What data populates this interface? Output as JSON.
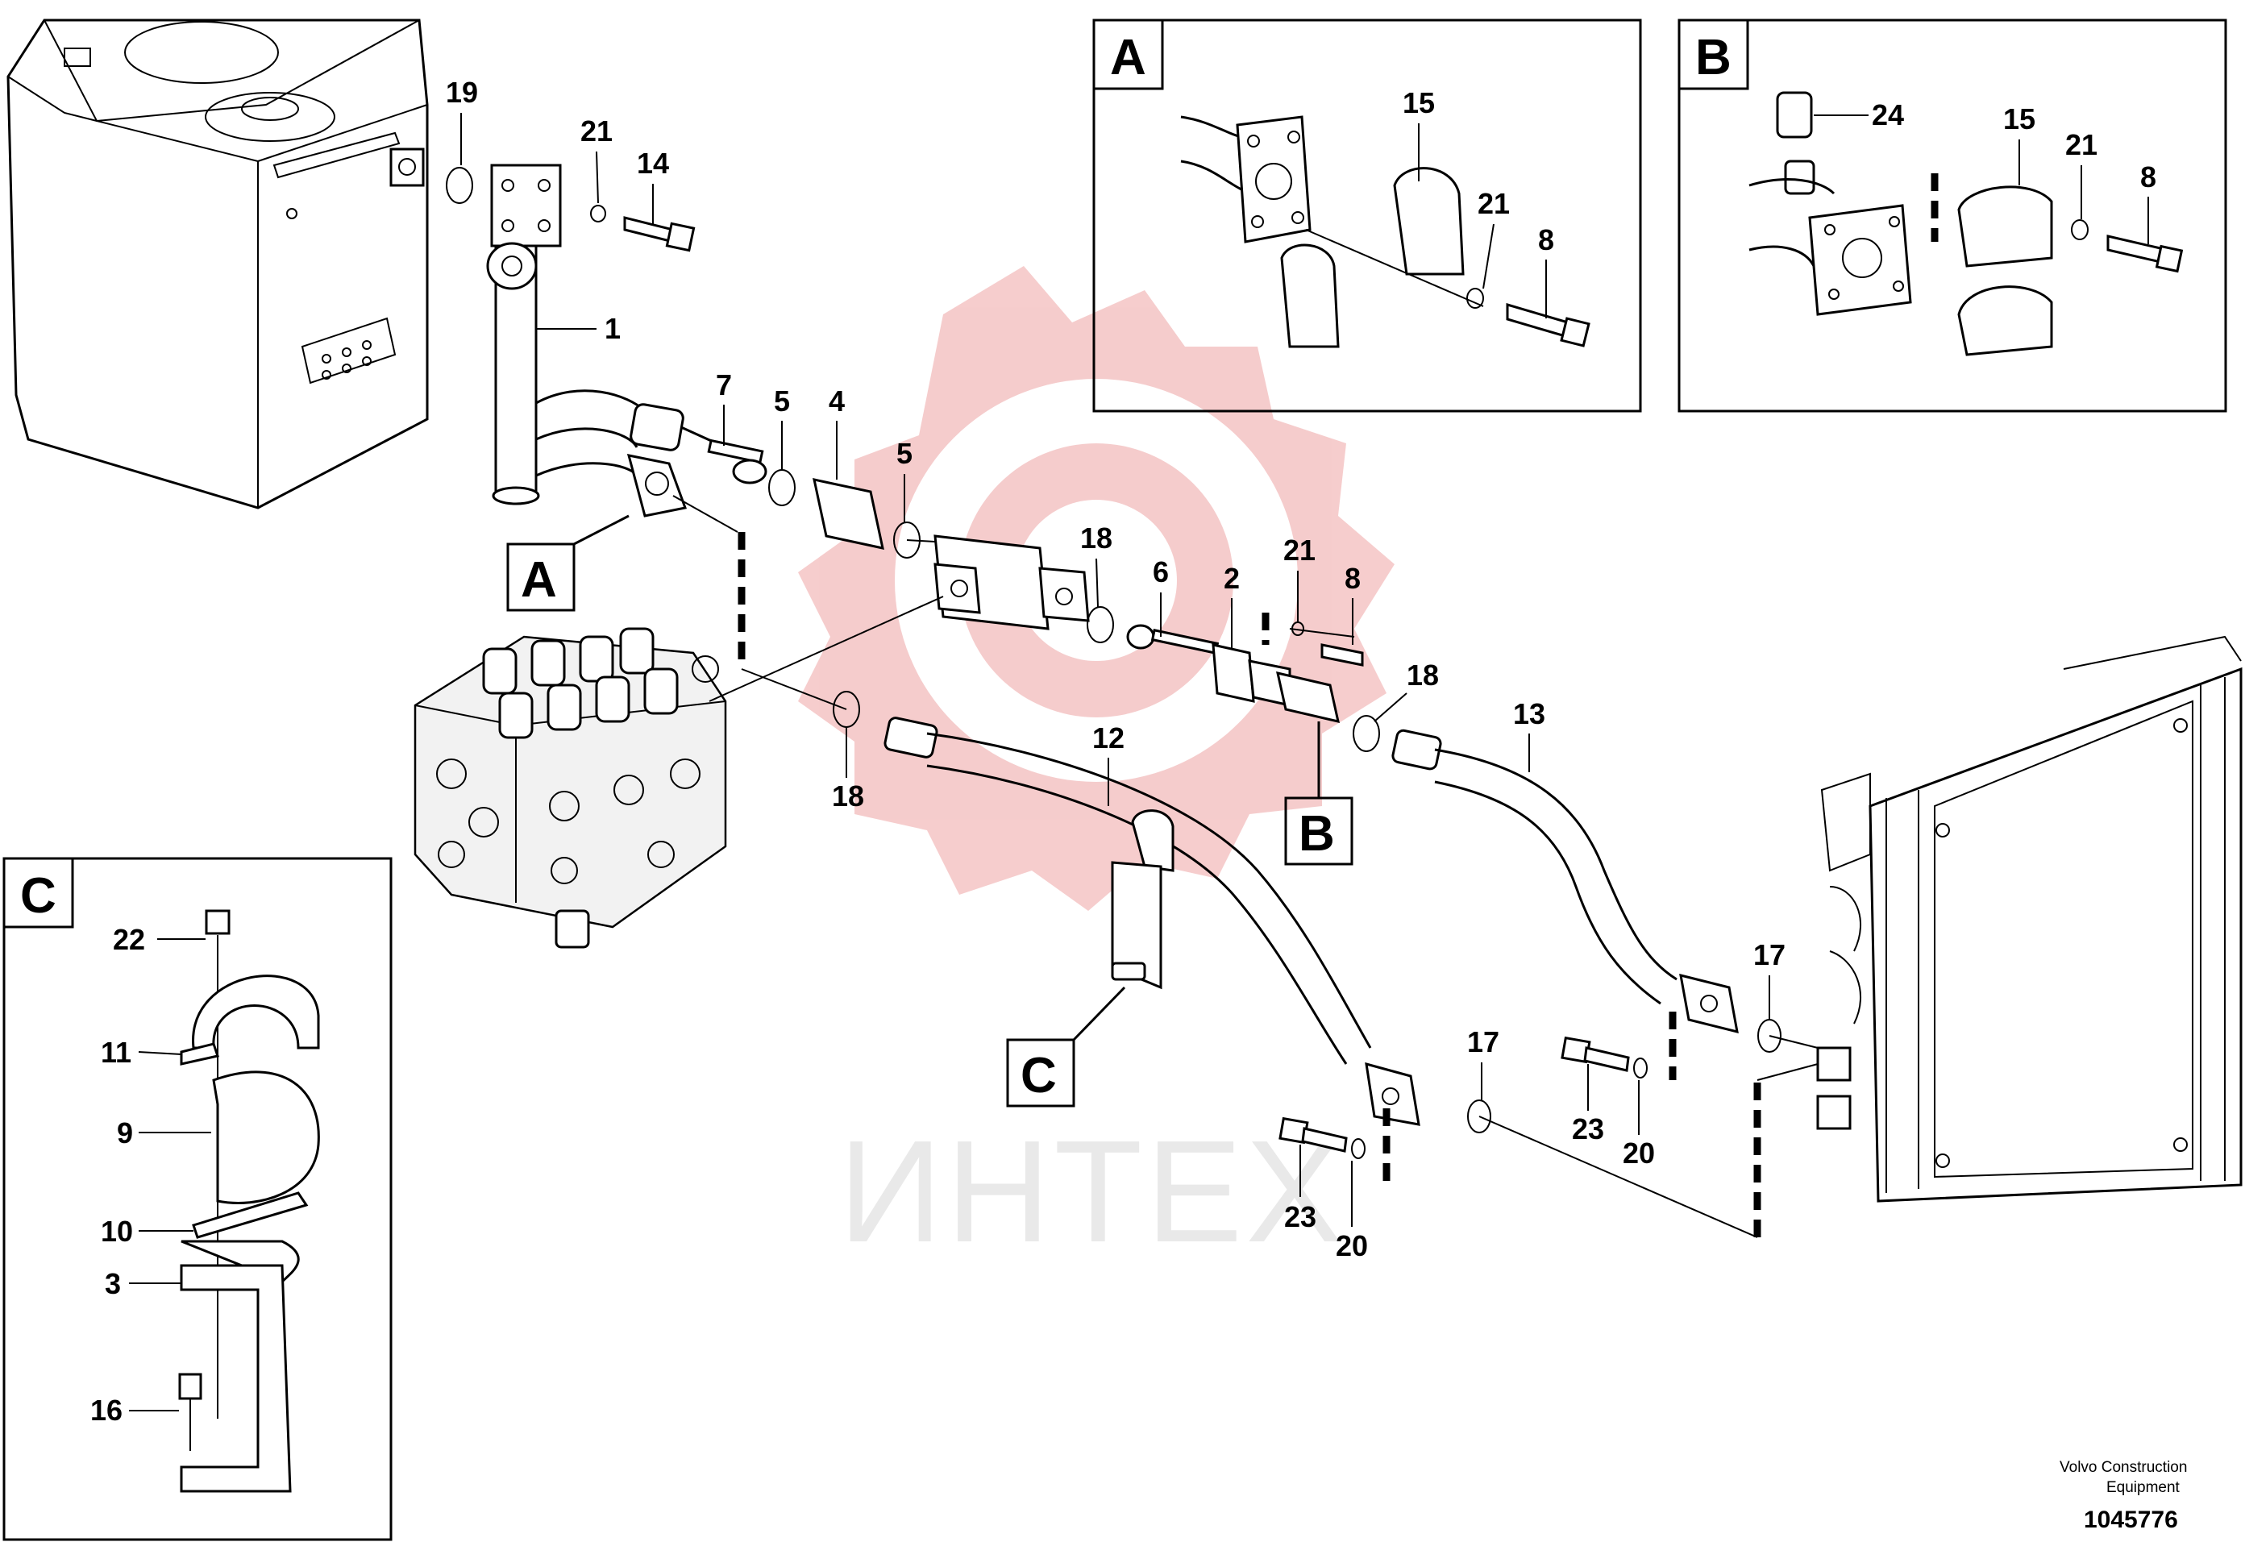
{
  "watermark": {
    "text": "ИНТЕХ",
    "color": "#f2bdbd"
  },
  "views": [
    {
      "id": "A",
      "letter": "A"
    },
    {
      "id": "B",
      "letter": "B"
    },
    {
      "id": "C",
      "letter": "C"
    }
  ],
  "callouts": {
    "main_A": "A",
    "main_B": "B",
    "main_C": "C"
  },
  "part_labels": {
    "p19": "19",
    "p21a": "21",
    "p14": "14",
    "p1": "1",
    "p7": "7",
    "p5a": "5",
    "p4": "4",
    "p5b": "5",
    "p18a": "18",
    "p6": "6",
    "p2": "2",
    "p21b": "21",
    "p8a": "8",
    "p18b": "18",
    "p18c": "18",
    "p12": "12",
    "p13": "13",
    "p17a": "17",
    "p17b": "17",
    "p23a": "23",
    "p20a": "20",
    "p23b": "23",
    "p20b": "20",
    "vA15": "15",
    "vA21": "21",
    "vA8": "8",
    "vB24": "24",
    "vB15": "15",
    "vB21": "21",
    "vB8": "8",
    "vC22": "22",
    "vC11": "11",
    "vC9": "9",
    "vC10": "10",
    "vC3": "3",
    "vC16": "16"
  },
  "footer": {
    "line1": "Volvo Construction",
    "line2": "Equipment",
    "number": "1045776"
  }
}
